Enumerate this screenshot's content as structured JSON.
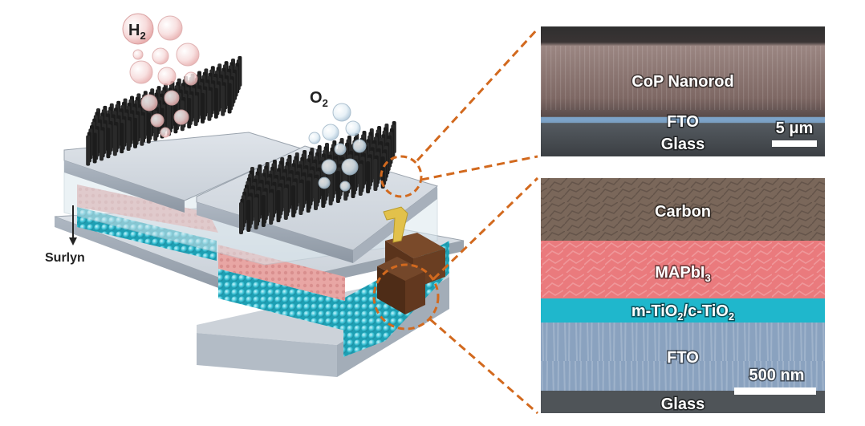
{
  "device": {
    "h2_label": "H",
    "h2_sub": "2",
    "o2_label": "O",
    "o2_sub": "2",
    "surlyn_label": "Surlyn"
  },
  "sem_top": {
    "layer_cop": "CoP Nanorod",
    "layer_fto": "FTO",
    "layer_glass": "Glass",
    "scale_bar": "5 μm"
  },
  "sem_bottom": {
    "layer_carbon": "Carbon",
    "layer_mapbi_main": "MAPbI",
    "layer_mapbi_sub": "3",
    "layer_tio2_a": "m-TiO",
    "layer_tio2_a_sub": "2",
    "layer_tio2_b": "/c-TiO",
    "layer_tio2_b_sub": "2",
    "layer_fto": "FTO",
    "layer_glass": "Glass",
    "scale_bar": "500 nm"
  },
  "colors": {
    "callout": "#d2691e",
    "cop": "#8a6f6a",
    "carbon": "#7d6a5c",
    "mapbi": "#e8777a",
    "tio2": "#1fb7cc",
    "fto": "#8aa2bf"
  }
}
